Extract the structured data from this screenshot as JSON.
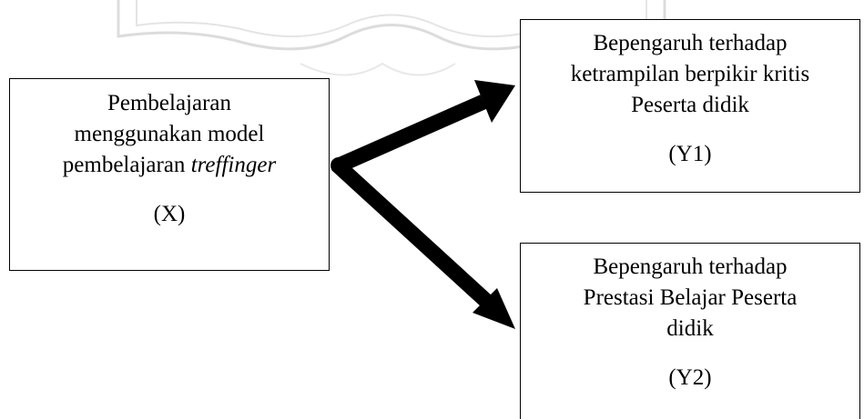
{
  "nodes": {
    "x": {
      "line1": "Pembelajaran",
      "line2": "menggunakan model",
      "line3_prefix": "pembelajaran ",
      "line3_italic": "treffinger",
      "code": "(X)"
    },
    "y1": {
      "line1": "Bepengaruh terhadap",
      "line2": "ketrampilan berpikir kritis",
      "line3": "Peserta didik",
      "code": "(Y1)"
    },
    "y2": {
      "line1": "Bepengaruh terhadap",
      "line2": "Prestasi Belajar Peserta",
      "line3": "didik",
      "code": "(Y2)"
    }
  },
  "edges": [
    {
      "from": "x",
      "to": "y1"
    },
    {
      "from": "x",
      "to": "y2"
    }
  ],
  "colors": {
    "line": "#000000",
    "watermark": "#dcdcdc"
  }
}
